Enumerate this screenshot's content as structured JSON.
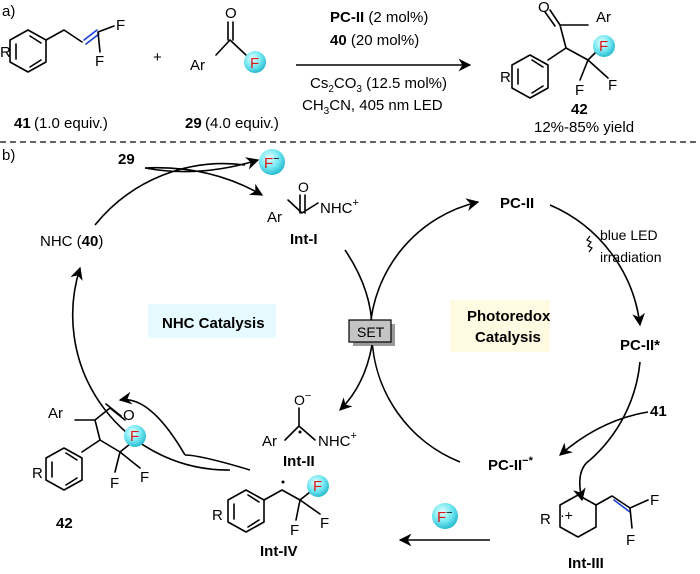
{
  "panel_a": {
    "label": "a)",
    "reagent_41": {
      "num": "41",
      "equiv": "(1.0 equiv.)",
      "R": "R",
      "F1": "F",
      "F2": "F"
    },
    "plus": "+",
    "reagent_29": {
      "num": "29",
      "equiv": "(4.0 equiv.)",
      "Ar": "Ar",
      "O": "O",
      "F": "F"
    },
    "conditions": {
      "pc": "PC-II",
      "pc_amt": "(2 mol%)",
      "cat": "40",
      "cat_amt": "(20 mol%)",
      "base": "Cs",
      "base_sub1": "2",
      "base_mid": "CO",
      "base_sub2": "3",
      "base_amt": "(12.5 mol%)",
      "solvent": "CH",
      "solvent_sub": "3",
      "solvent_rest": "CN, 405 nm LED"
    },
    "product_42": {
      "num": "42",
      "yield": "12%-85% yield",
      "O": "O",
      "Ar": "Ar",
      "R": "R",
      "F": "F"
    }
  },
  "panel_b": {
    "label": "b)",
    "top_29": "29",
    "fluoride": "F",
    "fluoride_charge": "−",
    "nhc_label": "NHC (",
    "nhc_num": "40",
    "nhc_close": ")",
    "int_I": {
      "name": "Int-I",
      "O": "O",
      "Ar": "Ar",
      "NHC": "NHC",
      "charge": "+"
    },
    "nhc_catalysis": "NHC Catalysis",
    "set": "SET",
    "photoredox": [
      "Photoredox",
      "Catalysis"
    ],
    "pc_ii": "PC-II",
    "blue_led": [
      "blue LED",
      "irradiation"
    ],
    "pc_ii_star": "PC-II*",
    "pc_ii_rad": "PC-II",
    "pc_ii_rad_sup": "−*",
    "num_41": "41",
    "int_II": {
      "name": "Int-II",
      "O": "O",
      "O_charge": "−",
      "Ar": "Ar",
      "NHC": "NHC",
      "charge": "+"
    },
    "int_III": {
      "name": "Int-III",
      "R": "R",
      "F": "F"
    },
    "int_IV": {
      "name": "Int-IV",
      "R": "R",
      "F": "F"
    },
    "product_42": {
      "num": "42",
      "Ar": "Ar",
      "O": "O",
      "R": "R",
      "F": "F"
    },
    "fluoride2": "F",
    "fluoride2_charge": "−"
  }
}
